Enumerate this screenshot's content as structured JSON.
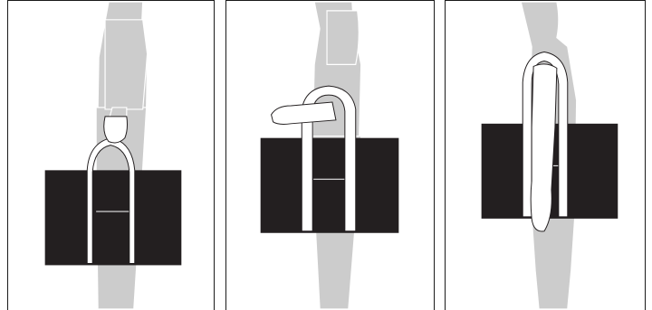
{
  "figure": {
    "panels": [
      {
        "carry_style": "hand-carry"
      },
      {
        "carry_style": "forearm-carry"
      },
      {
        "carry_style": "shoulder-carry"
      }
    ]
  },
  "colors": {
    "background": "#ffffff",
    "frame": "#1a1a1a",
    "figure_silhouette": "#cccccc",
    "bag": "#231f20",
    "strap": "#ffffff"
  }
}
